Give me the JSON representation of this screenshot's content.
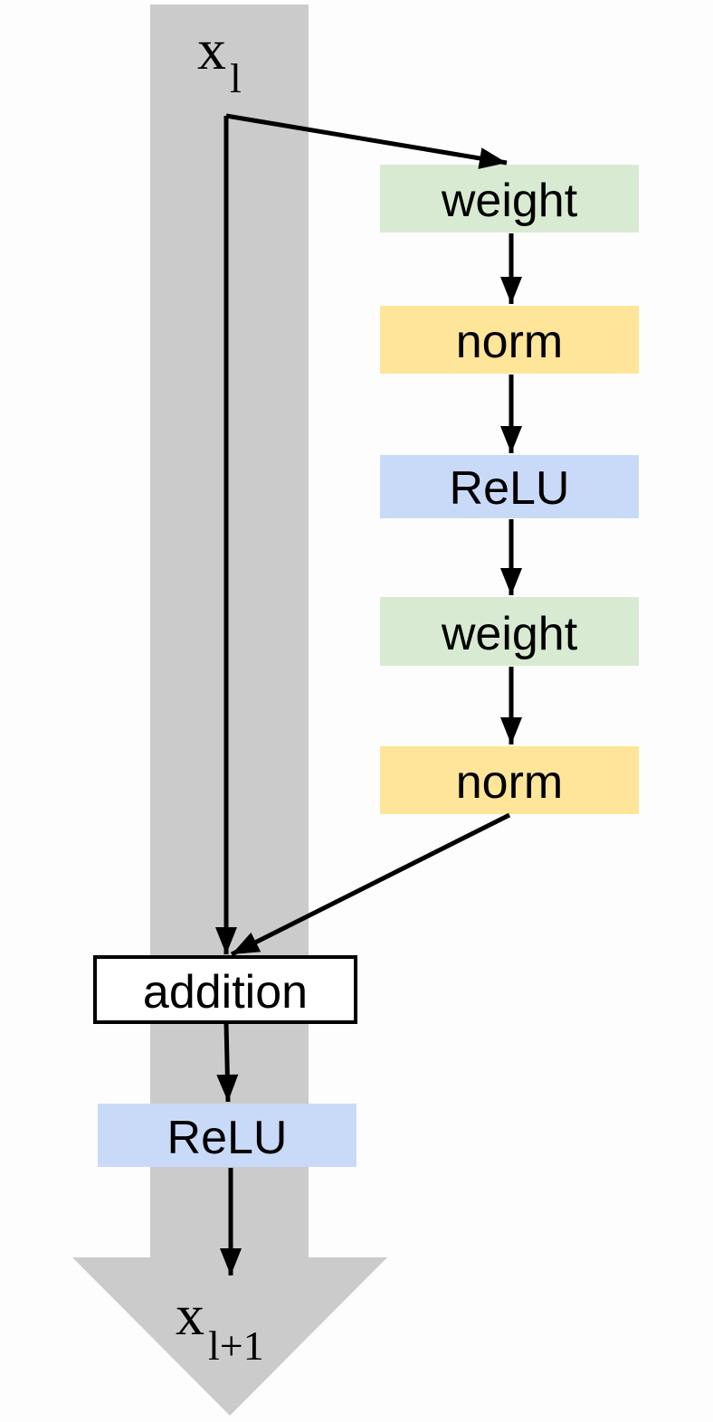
{
  "colors": {
    "background": "#fdfdfd",
    "trunk": "#cbcbcb",
    "weight": "#d9ead3",
    "norm": "#ffe599",
    "relu": "#c9daf8",
    "addition": "#ffffff",
    "arrow": "#000000"
  },
  "input_var": {
    "base": "x",
    "sub": "l"
  },
  "output_var": {
    "base": "x",
    "sub": "l+1"
  },
  "branch_blocks": [
    {
      "label": "weight",
      "kind": "weight"
    },
    {
      "label": "norm",
      "kind": "norm"
    },
    {
      "label": "ReLU",
      "kind": "relu"
    },
    {
      "label": "weight",
      "kind": "weight"
    },
    {
      "label": "norm",
      "kind": "norm"
    }
  ],
  "addition_block": {
    "label": "addition",
    "kind": "addition"
  },
  "final_block": {
    "label": "ReLU",
    "kind": "relu"
  }
}
